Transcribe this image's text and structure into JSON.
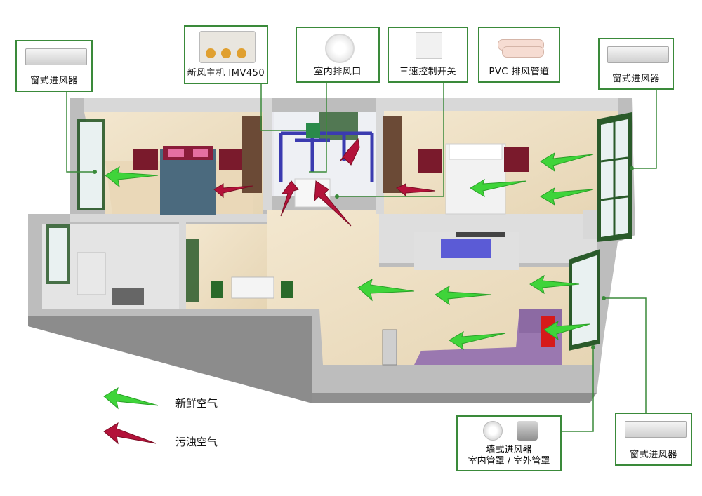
{
  "callouts": {
    "window_inlet_left": "窗式进风器",
    "fresh_air_unit": "新风主机 IMV450",
    "indoor_exhaust": "室内排风口",
    "speed_switch": "三速控制开关",
    "pvc_duct": "PVC 排风管道",
    "window_inlet_right_top": "窗式进风器",
    "wall_inlet_line1": "墙式进风器",
    "wall_inlet_line2": "室内管罩 / 室外管罩",
    "window_inlet_right_bottom": "窗式进风器"
  },
  "legend": {
    "fresh_air": "新鲜空气",
    "dirty_air": "污浊空气"
  },
  "colors": {
    "fresh_arrow": "#3fd43a",
    "dirty_arrow": "#b3123a",
    "callout_border": "#3a8a3a",
    "duct": "#3b3bb0"
  }
}
